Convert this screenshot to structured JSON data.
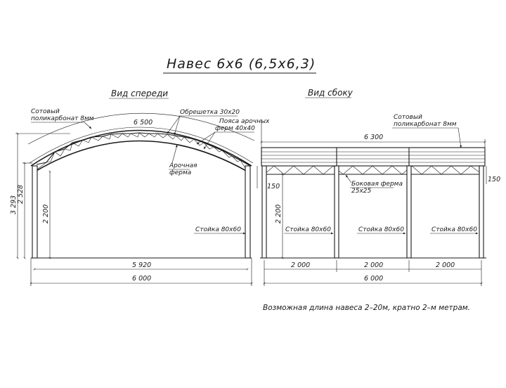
{
  "title": "Навес 6х6 (6,5х6,3)",
  "front_view": {
    "heading": "Вид спереди",
    "labels": {
      "polycarbonate": [
        "Сотовый",
        "поликарбонат 8мм"
      ],
      "lathing": "Обрешетка 30х20",
      "chords": [
        "Пояса арочных",
        "ферм 40х40"
      ],
      "arch_truss": [
        "Арочная",
        "ферма"
      ],
      "post": "Стойка 80х60"
    },
    "dims": {
      "arc": "6 500",
      "h_total": "3 293",
      "h_truss": "2 528",
      "h_post": "2 200",
      "inner_width": "5 920",
      "outer_width": "6 000"
    }
  },
  "side_view": {
    "heading": "Вид сбоку",
    "labels": {
      "polycarbonate": [
        "Сотовый",
        "поликарбонат 8мм"
      ],
      "side_truss": [
        "Боковая ферма",
        "25х25"
      ],
      "post": "Стойка 80х60"
    },
    "dims": {
      "top_length": "6 300",
      "truss_left": "150",
      "truss_right": "150",
      "h_post": "2 200",
      "bays": [
        "2 000",
        "2 000",
        "2 000"
      ],
      "total": "6 000"
    }
  },
  "note": "Возможная длина навеса 2–20м, кратно 2–м метрам."
}
